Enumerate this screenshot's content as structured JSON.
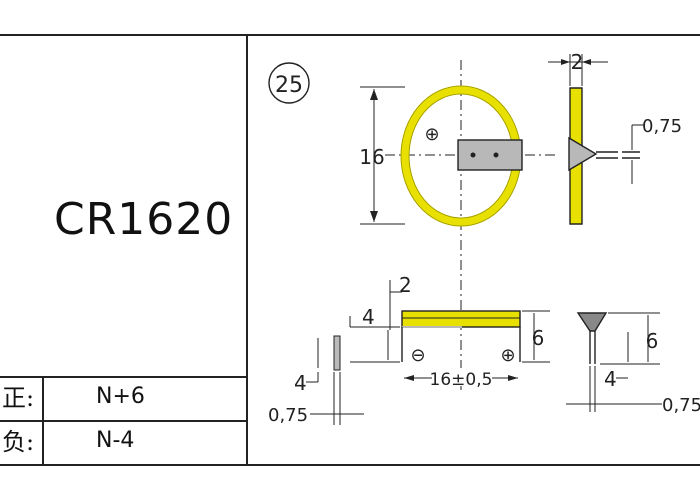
{
  "model": {
    "name": "CR1620"
  },
  "pins": [
    {
      "label": "正:",
      "value": "N+6"
    },
    {
      "label": "负:",
      "value": "N-4"
    }
  ],
  "drawing": {
    "figure_number": "25",
    "colors": {
      "ring": "#e8e000",
      "ring_edge": "#9a9400",
      "tab": "#b8b8b8",
      "ink": "#222222"
    },
    "top_view": {
      "diameter_label": "16",
      "plus_symbol": "⊕"
    },
    "side_view_top": {
      "tab_thickness_label": "2",
      "pin_width_label": "0,75"
    },
    "front_view": {
      "tab_label": "2",
      "offset_label": "4",
      "height_label": "6",
      "width_label": "16±0,5",
      "minus_symbol": "⊖",
      "plus_symbol": "⊕",
      "pin_offset_label": "4",
      "pin_width_label": "0,75"
    },
    "side_view_bottom": {
      "height_label": "6",
      "pin_offset_label": "4",
      "pin_width_label": "0,75"
    }
  }
}
